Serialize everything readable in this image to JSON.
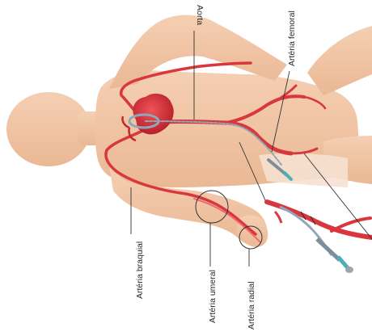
{
  "labels": {
    "aorta": "Aorta",
    "femoral": "Artéria femoral",
    "braquial": "Artéria braquial",
    "umeral": "Artéria umeral",
    "radial": "Artéria radial"
  },
  "colors": {
    "skin": "#f2c6a6",
    "skin_dark": "#e6b08e",
    "artery": "#d9363e",
    "artery_light": "#ef6a6f",
    "heart": "#d62b33",
    "catheter": "#8fa8b8",
    "leader": "#333333"
  }
}
